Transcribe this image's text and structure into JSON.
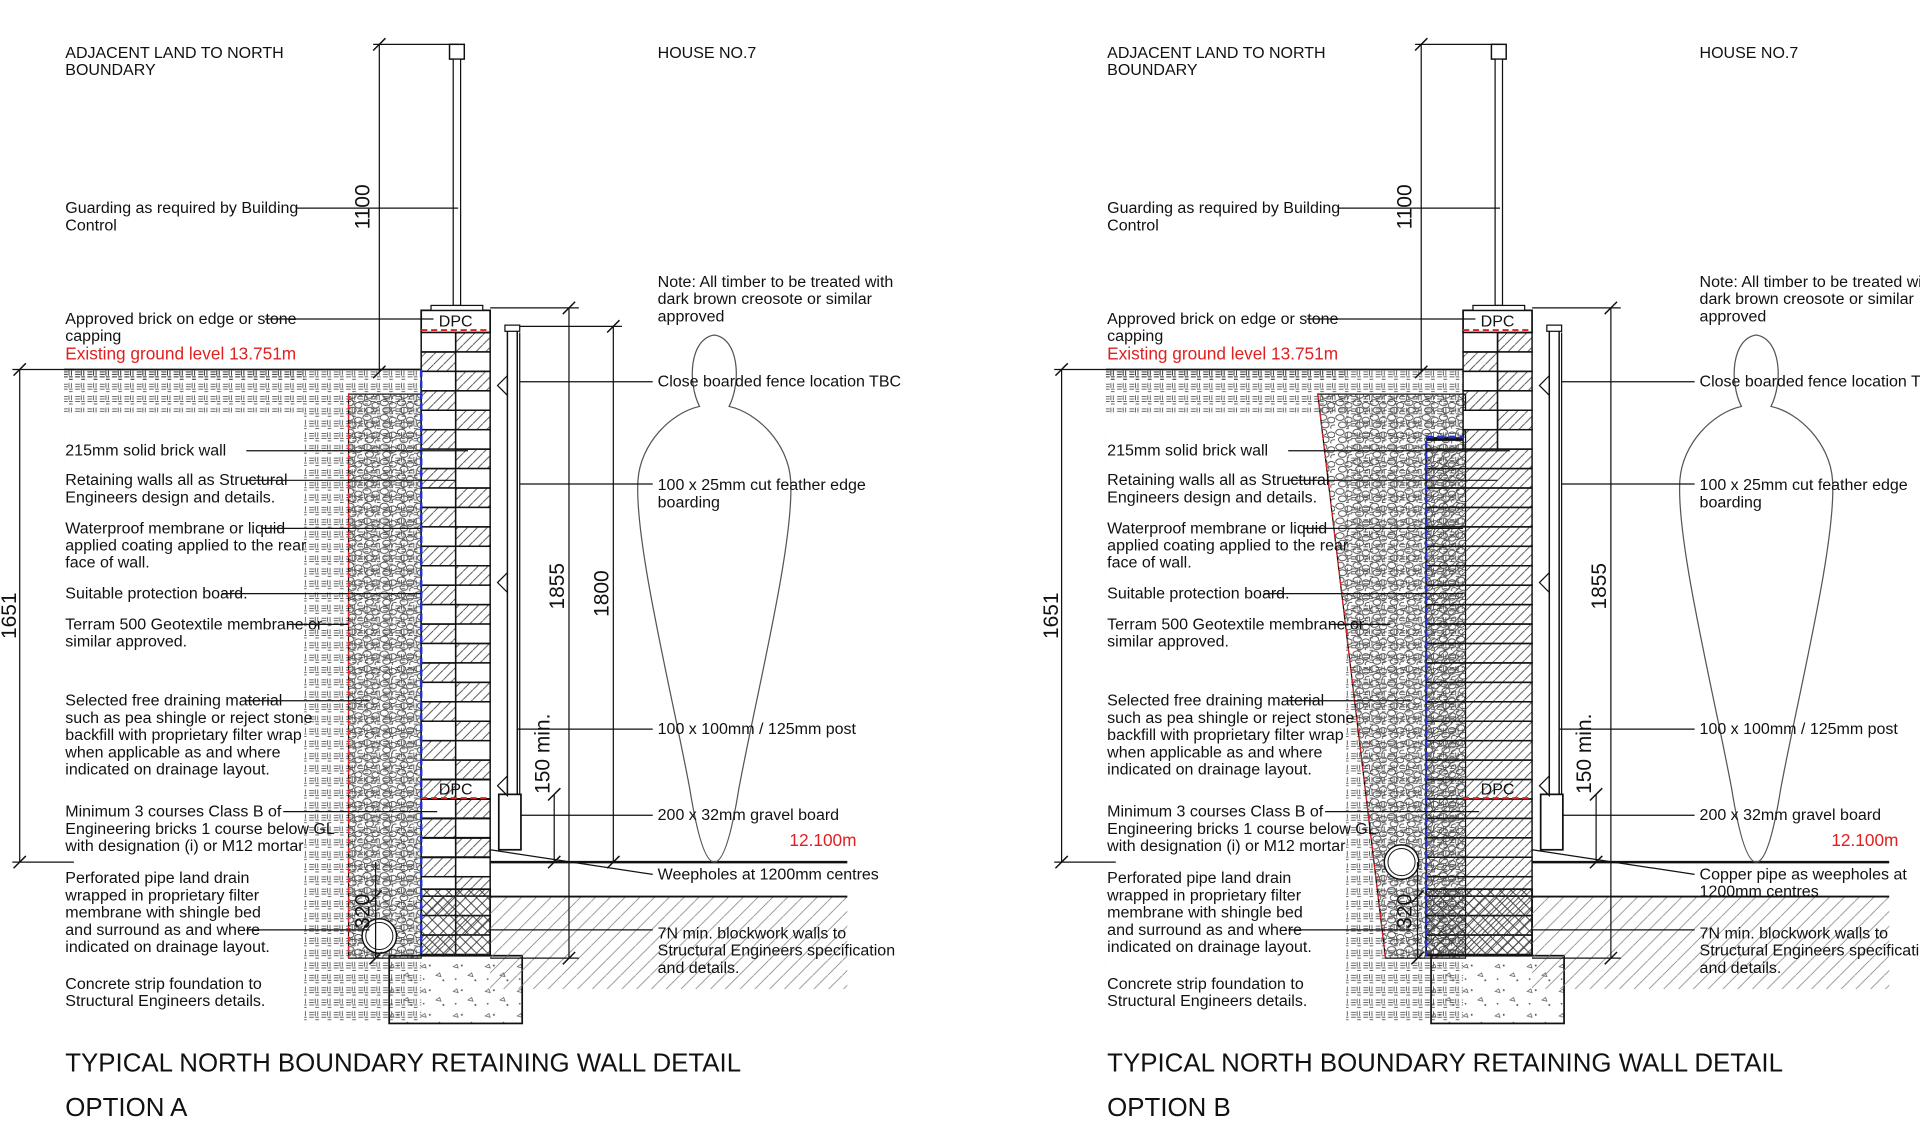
{
  "colors": {
    "ink": "#111111",
    "red": "#e02020",
    "blue": "#2233cc"
  },
  "details": [
    {
      "id": "a",
      "header_left": [
        "ADJACENT LAND TO NORTH",
        "BOUNDARY"
      ],
      "header_right": "HOUSE NO.7",
      "guarding": [
        "Guarding as required by Building",
        "Control"
      ],
      "capping": [
        "Approved brick on edge or stone",
        "capping"
      ],
      "existing_ground": "Existing ground level  13.751m",
      "notes": [
        [
          "215mm solid brick wall"
        ],
        [
          "Retaining walls all as Structural",
          "Engineers design and details."
        ],
        [
          "Waterproof membrane or liquid",
          "applied coating applied to the rear",
          "face of wall."
        ],
        [
          "Suitable protection board."
        ],
        [
          "Terram 500 Geotextile membrane or",
          "similar approved."
        ],
        [
          "Selected free draining material",
          "such as pea shingle or reject stone",
          "backfill with proprietary filter wrap",
          "when applicable as and where",
          "indicated on drainage layout."
        ],
        [
          "Minimum 3 courses Class B of",
          "Engineering bricks 1 course below GL",
          "with designation (i) or M12 mortar"
        ],
        [
          "Perforated pipe land drain",
          "wrapped in proprietary filter",
          "membrane with shingle bed",
          "and surround as and where",
          "indicated on drainage layout."
        ],
        [
          "Concrete strip foundation to",
          "Structural Engineers details."
        ]
      ],
      "right_notes": [
        [
          "Note: All timber to be treated with",
          "dark brown creosote or similar",
          "approved"
        ],
        [
          "Close boarded fence location TBC"
        ],
        [
          "100 x 25mm cut feather edge",
          "boarding"
        ],
        [
          "100 x 100mm / 125mm post"
        ],
        [
          "200 x 32mm gravel board"
        ],
        [
          "Weepholes at 1200mm centres"
        ],
        [
          "7N min. blockwork walls to",
          "Structural Engineers specification",
          "and details."
        ]
      ],
      "level": "12.100m",
      "dpc": "DPC",
      "dims": {
        "d1100": "1100",
        "d1651": "1651",
        "d1855": "1855",
        "d1800": "1800",
        "d150": "150 min.",
        "d320": "320"
      },
      "title": [
        "TYPICAL NORTH BOUNDARY RETAINING WALL DETAIL",
        "OPTION A"
      ]
    },
    {
      "id": "b",
      "header_left": [
        "ADJACENT LAND TO NORTH",
        "BOUNDARY"
      ],
      "header_right": "HOUSE NO.7",
      "guarding": [
        "Guarding as required by Building",
        "Control"
      ],
      "capping": [
        "Approved brick on edge or stone",
        "capping"
      ],
      "existing_ground": "Existing ground level  13.751m",
      "notes": [
        [
          "215mm solid brick wall"
        ],
        [
          "Retaining walls all as Structural",
          "Engineers design and details."
        ],
        [
          "Waterproof membrane or liquid",
          "applied coating applied to the rear",
          "face of wall."
        ],
        [
          "Suitable protection board."
        ],
        [
          "Terram 500 Geotextile membrane or",
          "similar approved."
        ],
        [
          "Selected free draining material",
          "such as pea shingle or reject stone",
          "backfill with proprietary filter wrap",
          "when applicable as and where",
          "indicated on drainage layout."
        ],
        [
          "Minimum 3 courses Class B of",
          "Engineering bricks 1 course below GL",
          "with designation (i) or M12 mortar"
        ],
        [
          "Perforated pipe land drain",
          "wrapped in proprietary filter",
          "membrane with shingle bed",
          "and surround as and where",
          "indicated on drainage layout."
        ],
        [
          "Concrete strip foundation to",
          "Structural Engineers details."
        ]
      ],
      "right_notes": [
        [
          "Note: All timber to be treated with",
          "dark brown creosote or similar",
          "approved"
        ],
        [
          "Close boarded fence location TBC"
        ],
        [
          "100 x 25mm cut feather edge",
          "boarding"
        ],
        [
          "100 x 100mm / 125mm post"
        ],
        [
          "200 x 32mm gravel board"
        ],
        [
          "Copper pipe as weepholes at",
          "1200mm centres"
        ],
        [
          "7N min. blockwork walls to",
          "Structural Engineers specification",
          "and details."
        ]
      ],
      "level": "12.100m",
      "dpc": "DPC",
      "dims": {
        "d1100": "1100",
        "d1651": "1651",
        "d1855": "1855",
        "d150": "150 min.",
        "d320": "320"
      },
      "title": [
        "TYPICAL NORTH BOUNDARY RETAINING WALL DETAIL",
        "OPTION B"
      ]
    }
  ]
}
